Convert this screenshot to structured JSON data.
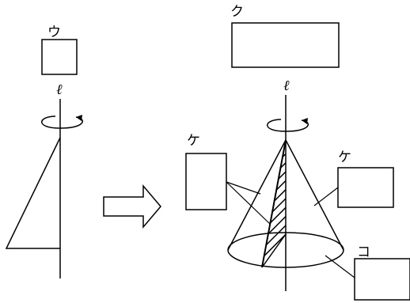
{
  "diagram": {
    "labels": {
      "left_box": "ウ",
      "right_top_box": "ク",
      "right_left_box": "ケ",
      "right_right_box": "ケ",
      "right_bottom_box": "コ"
    },
    "axis_symbol": "ℓ",
    "left_figure": {
      "shape": "right-triangle",
      "rotation": "around-axis"
    },
    "right_figure": {
      "shape": "cone",
      "cross_section": "hatched-triangle"
    },
    "arrow": "right-arrow",
    "colors": {
      "stroke": "#000000",
      "background": "#ffffff"
    }
  }
}
